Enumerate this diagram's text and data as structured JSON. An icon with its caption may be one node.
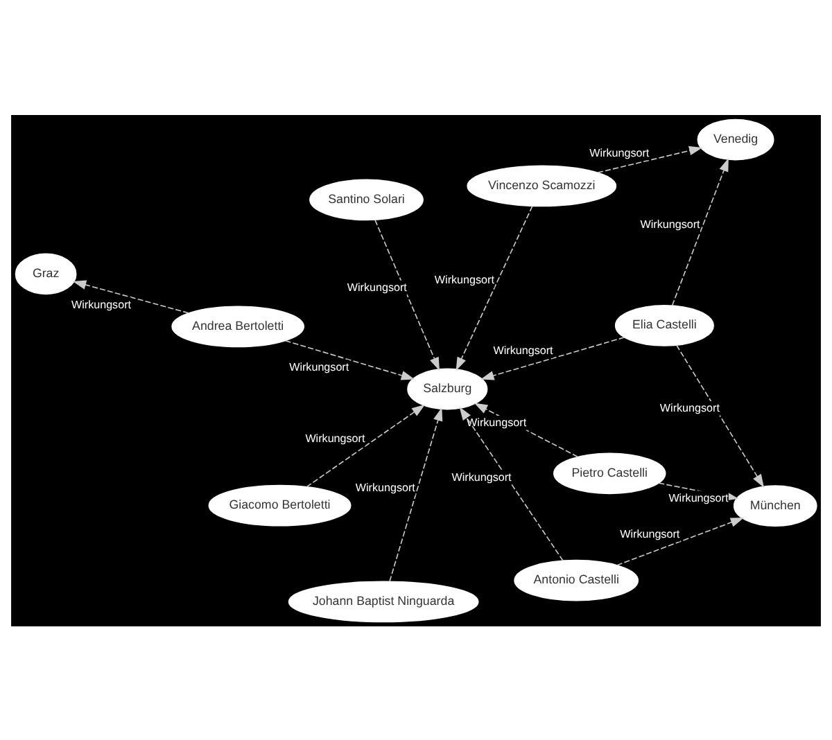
{
  "diagram": {
    "nodes": [
      {
        "text": [
          "Santino Solari"
        ]
      },
      {
        "text": [
          "Johann Baptist Ninguarda"
        ]
      },
      {
        "text": [
          "Andrea Bertoletti"
        ]
      },
      {
        "text": [
          "Graz"
        ]
      },
      {
        "text": [
          "Giacomo Bertoletti"
        ]
      },
      {
        "text": [
          "Salzburg"
        ]
      },
      {
        "text": [
          "Vincenzo Scamozzi"
        ]
      },
      {
        "text": [
          "Pietro Castelli"
        ]
      },
      {
        "text": [
          "Antonio Castelli"
        ]
      },
      {
        "text": [
          "Elia Castelli"
        ]
      },
      {
        "text": [
          "Venedig"
        ]
      },
      {
        "text": [
          "München"
        ]
      }
    ],
    "edges": [
      {
        "from": 1,
        "to": 5,
        "arrow": "to",
        "label": "Wirkungsort",
        "style": "dashed"
      },
      {
        "from": 0,
        "to": 5,
        "arrow": "to",
        "label": "Wirkungsort",
        "style": "dashed"
      },
      {
        "from": 2,
        "to": 3,
        "arrow": "to",
        "label": "Wirkungsort",
        "style": "dashed"
      },
      {
        "from": 2,
        "to": 5,
        "arrow": "to",
        "label": "Wirkungsort",
        "style": "dashed"
      },
      {
        "from": 4,
        "to": 5,
        "arrow": "to",
        "label": "Wirkungsort",
        "style": "dashed"
      },
      {
        "from": 6,
        "to": 5,
        "arrow": "to",
        "label": "Wirkungsort",
        "style": "dashed"
      },
      {
        "from": 7,
        "to": 5,
        "arrow": "to",
        "label": "Wirkungsort",
        "style": "dashed"
      },
      {
        "from": 8,
        "to": 5,
        "arrow": "to",
        "label": "Wirkungsort",
        "style": "dashed"
      },
      {
        "from": 9,
        "to": 5,
        "arrow": "to",
        "label": "Wirkungsort",
        "style": "dashed"
      },
      {
        "from": 6,
        "to": 10,
        "arrow": "to",
        "label": "Wirkungsort",
        "style": "dashed"
      },
      {
        "from": 7,
        "to": 11,
        "arrow": "to",
        "label": "Wirkungsort",
        "style": "dashed"
      },
      {
        "from": 8,
        "to": 11,
        "arrow": "to",
        "label": "Wirkungsort",
        "style": "dashed"
      },
      {
        "from": 9,
        "to": 10,
        "arrow": "to",
        "label": "Wirkungsort",
        "style": "dashed"
      },
      {
        "from": 9,
        "to": 11,
        "arrow": "to",
        "label": "Wirkungsort",
        "style": "dashed"
      }
    ]
  }
}
